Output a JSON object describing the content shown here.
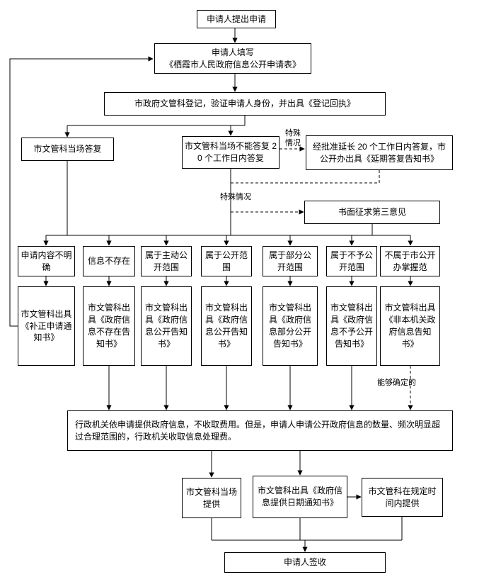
{
  "nodes": {
    "start": "申请人提出申请",
    "fill_form": "申请人填写\n《栖霞市人民政府信息公开申请表》",
    "register": "市政府文管科登记，验证申请人身份，并出具《登记回执》",
    "reply_onspot": "市文管科当场答复",
    "reply_within_20": "市文管科当场不能答复 20 个工作日内答复",
    "extend_reply": "经批准延长 20 个工作日内答复，市公开办出具《延期答复告知书》",
    "third_party": "书面征求第三意见",
    "fee_statement": "行政机关依申请提供政府信息，不收取费用。但是，申请人申请公开政府信息的数量、频次明显超过合理范围的，行政机关收取信息处理费。",
    "provide_onspot": "市文管科当场提供",
    "provide_date_notice": "市文管科出具《政府信息提供日期通知书》",
    "provide_within_time": "市文管科在规定时间内提供",
    "sign": "申请人签收"
  },
  "branches": [
    {
      "condition": "申请内容不明确",
      "result": "市文管科出具《补正申请通知书》"
    },
    {
      "condition": "信息不存在",
      "result": "市文管科出具《政府信息不存在告知书》"
    },
    {
      "condition": "属于主动公开范围",
      "result": "市文管科出具《政府信息公开告知书》"
    },
    {
      "condition": "属于公开范围",
      "result": "市文管科出具《政府信息公开告知书》"
    },
    {
      "condition": "属于部分公开范围",
      "result": "市文管科出具《政府信息部分公开告知书》"
    },
    {
      "condition": "属于不予公开范围",
      "result": "市文管科出具《政府信息不予公开告知书》"
    },
    {
      "condition": "不属于市公开办掌握范",
      "result": "市文管科出具《非本机关政府信息告知书》"
    }
  ],
  "labels": {
    "special_case_top": "特殊情况",
    "special_case_mid": "特殊情况",
    "can_confirm": "能够确定的"
  }
}
